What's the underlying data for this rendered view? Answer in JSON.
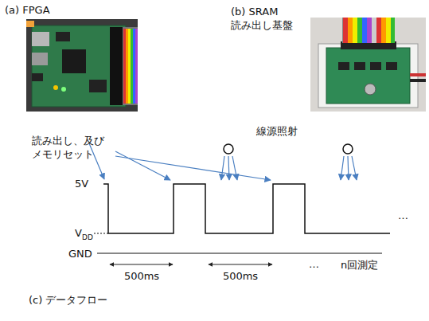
{
  "diagram": {
    "labels": [
      "(a) FPGA",
      "(b) SRAM 読み出し基盤",
      "読み出し、及び メモリセット",
      "線源照射",
      "5V",
      "V",
      "DD",
      "GND",
      "500ms",
      "500ms",
      "…",
      "n回測定",
      "…",
      "(c) データフロー"
    ]
  }
}
